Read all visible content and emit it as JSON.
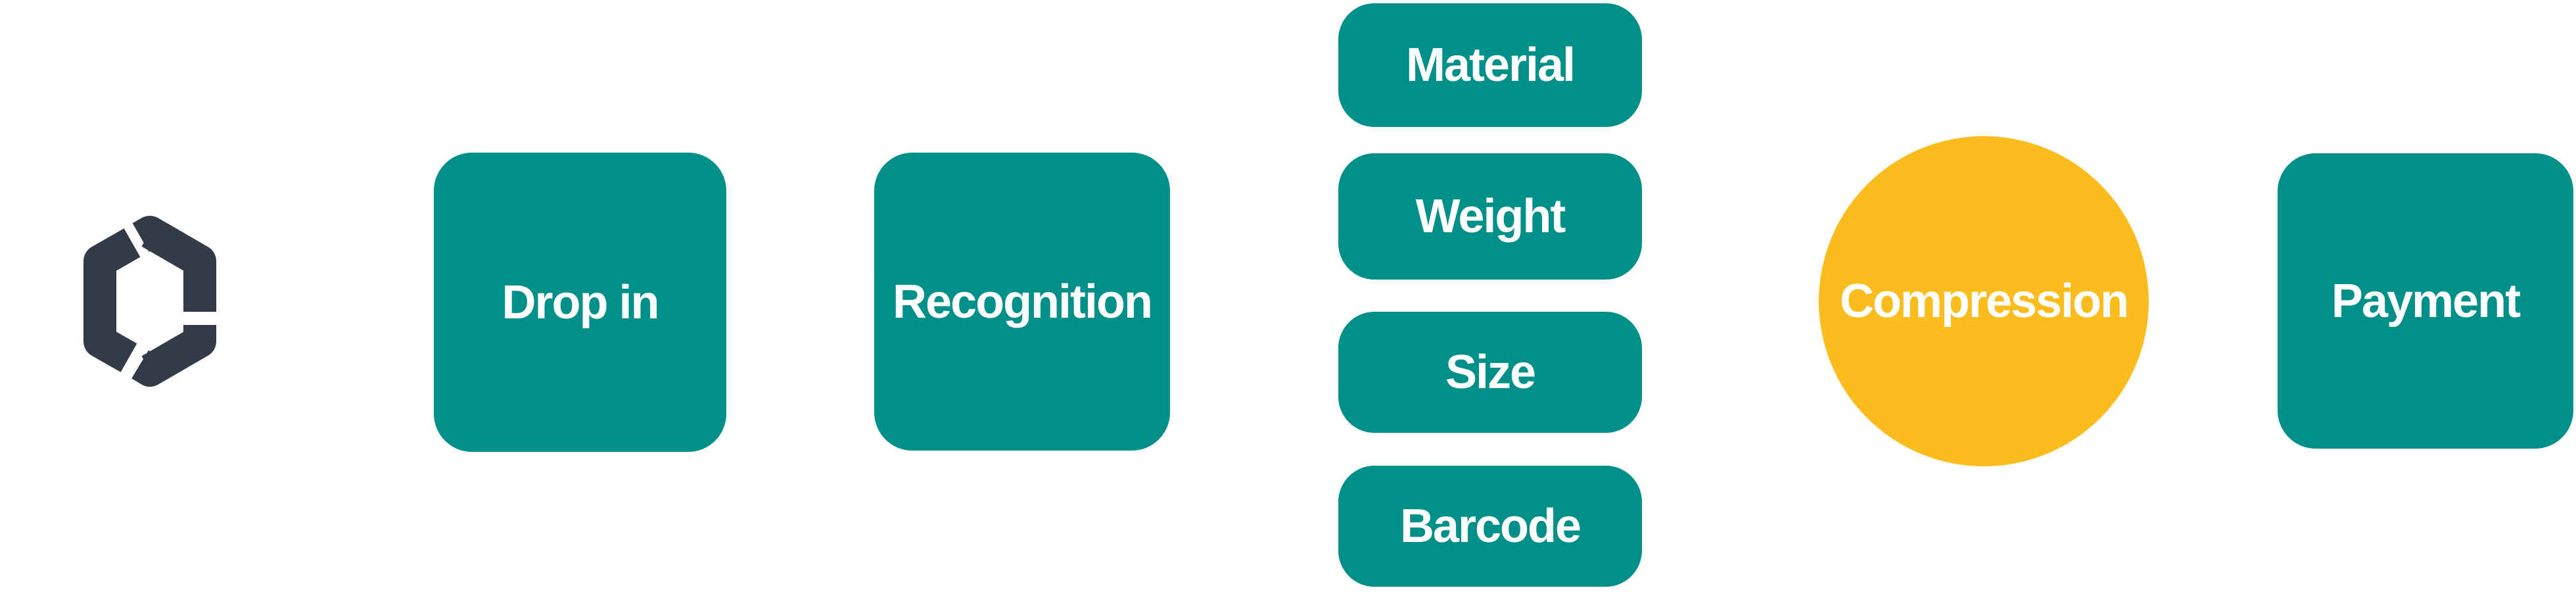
{
  "palette": {
    "teal": "#00908A",
    "yellow": "#FBBD1D",
    "logo_dark": "#333B49",
    "label_text": "#FFFFFF",
    "background": "#FFFFFF"
  },
  "logo": {
    "icon": "hexagon-p-logo",
    "color": "#333B49"
  },
  "steps": {
    "drop_in": {
      "label": "Drop in",
      "shape": "rounded-square",
      "color": "#00908A"
    },
    "recognition": {
      "label": "Recognition",
      "shape": "rounded-square",
      "color": "#00908A"
    },
    "attributes": {
      "material": {
        "label": "Material",
        "shape": "pill",
        "color": "#00908A"
      },
      "weight": {
        "label": "Weight",
        "shape": "pill",
        "color": "#00908A"
      },
      "size": {
        "label": "Size",
        "shape": "pill",
        "color": "#00908A"
      },
      "barcode": {
        "label": "Barcode",
        "shape": "pill",
        "color": "#00908A"
      }
    },
    "compression": {
      "label": "Compression",
      "shape": "circle",
      "color": "#FBBD1D"
    },
    "payment": {
      "label": "Payment",
      "shape": "rounded-square",
      "color": "#00908A"
    }
  }
}
